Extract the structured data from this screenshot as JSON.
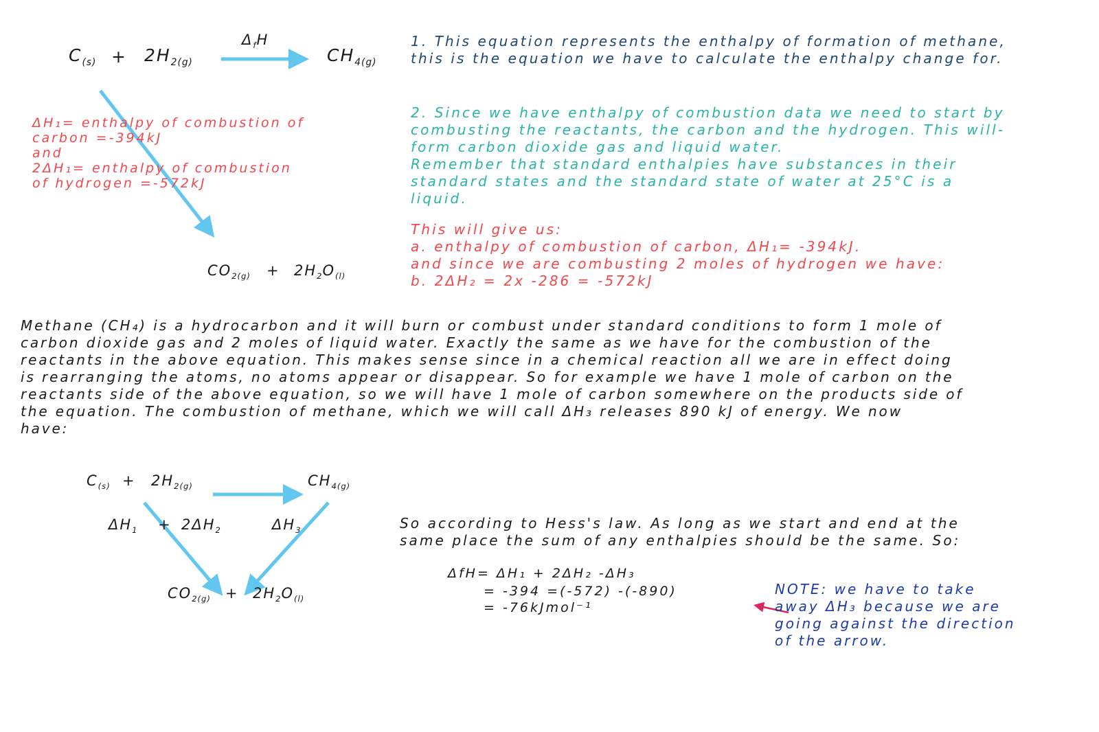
{
  "diagram1": {
    "reactant_c": "C",
    "reactant_c_state": "(s)",
    "plus1": "+",
    "reactant_h": "2H",
    "reactant_h_state": "2(g)",
    "arrow_label_delta": "Δ",
    "arrow_label_f": "f",
    "arrow_label_h": "H",
    "product_ch": "CH",
    "product_ch_state": "4(g)",
    "product_co": "CO",
    "product_co_state": "2(g)",
    "plus2": "+",
    "product_h2o_a": "2H",
    "product_h2o_sub": "2",
    "product_h2o_b": "O",
    "product_h2o_state": "(l)"
  },
  "red_note": {
    "line1": "ΔH₁= enthalpy of combustion of",
    "line2": "carbon =-394kJ",
    "line3": "and",
    "line4": "2ΔH₁= enthalpy of combustion",
    "line5": "of hydrogen =-572kJ"
  },
  "step1": {
    "line1": "1. This equation represents the enthalpy of formation of methane,",
    "line2": "this is the equation we have to calculate the enthalpy change for."
  },
  "step2": {
    "line1": "2.  Since we have enthalpy of combustion data we need to start by",
    "line2": "combusting the reactants, the carbon and the hydrogen. This will-",
    "line3": "form carbon dioxide gas and liquid water.",
    "line4": "Remember that standard enthalpies have substances in their",
    "line5": "standard states and the standard state of water at 25°C is a",
    "line6": "liquid."
  },
  "result": {
    "line1": "This will give us:",
    "line2": "a.  enthalpy of combustion of carbon, ΔH₁= -394kJ.",
    "line3": "and since we are combusting 2 moles of hydrogen we have:",
    "line4": "b. 2ΔH₂ = 2x -286 = -572kJ"
  },
  "paragraph": {
    "line1": "Methane (CH₄) is a hydrocarbon and it will burn or combust under standard conditions to form  1 mole of",
    "line2": "carbon dioxide gas and 2 moles of liquid water.  Exactly the same as we have for the combustion of the",
    "line3": "reactants in the above equation.  This makes sense since in a chemical reaction all we are in effect doing",
    "line4": "is rearranging the atoms, no atoms appear or disappear.  So for example we have 1 mole of carbon on the",
    "line5": "reactants side of the above equation, so we will have 1 mole of carbon somewhere on the products side of",
    "line6": "the equation.  The combustion of methane, which we will call ΔH₃ releases 890 kJ of energy.  We now",
    "line7": "have:"
  },
  "diagram2": {
    "reactant_c": "C",
    "reactant_c_state": "(s)",
    "plus1": "+",
    "reactant_h": "2H",
    "reactant_h_state": "2(g)",
    "product_ch": "CH",
    "product_ch_state": "4(g)",
    "dh1": "ΔH",
    "dh1_sub": "1",
    "plus_mid": "+",
    "dh2": "2ΔH",
    "dh2_sub": "2",
    "dh3": "ΔH",
    "dh3_sub": "3",
    "product_co": "CO",
    "product_co_state": "2(g)",
    "plus2": "+",
    "product_h2o_a": "2H",
    "product_h2o_sub": "2",
    "product_h2o_b": "O",
    "product_h2o_state": "(l)"
  },
  "hess": {
    "line1": "So according to Hess's law.  As long as we start and end at the",
    "line2": "same place the sum of any enthalpies should be the same. So:"
  },
  "calc": {
    "line1": "ΔfH= ΔH₁ + 2ΔH₂ -ΔH₃",
    "line2": "= -394 =(-572) -(-890)",
    "line3": "= -76kJmol⁻¹"
  },
  "note": {
    "line1": "NOTE: we have to take",
    "line2": "away ΔH₃ because we are",
    "line3": "going against the direction",
    "line4": "of the arrow."
  },
  "colors": {
    "arrow": "#63c6ee",
    "red": "#f0484c",
    "teal": "#2ab3a6",
    "navy": "#1e4670",
    "blue": "#1d3aa6",
    "pointer": "#e0245e"
  }
}
